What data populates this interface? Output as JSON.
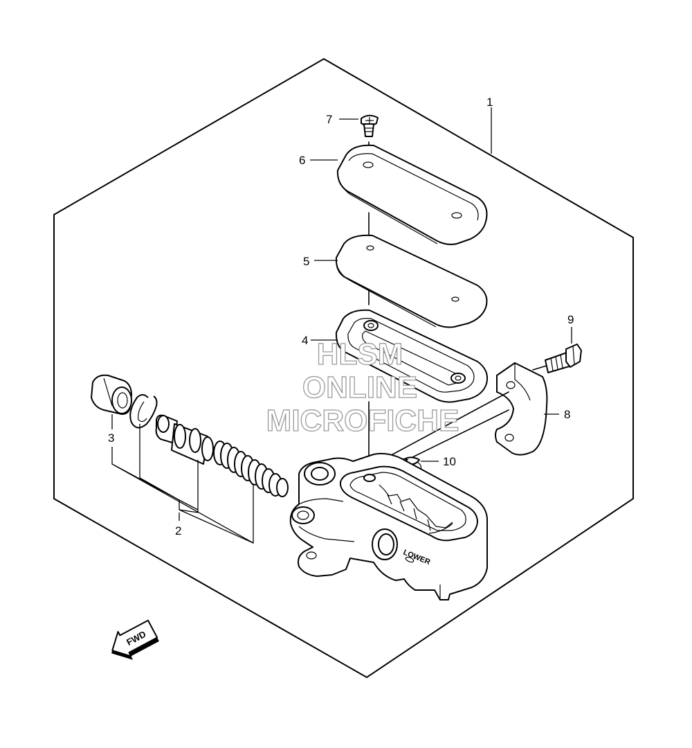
{
  "callouts": {
    "c1": "1",
    "c2": "2",
    "c3": "3",
    "c4": "4",
    "c5": "5",
    "c6": "6",
    "c7": "7",
    "c8": "8",
    "c9": "9",
    "c10": "10"
  },
  "watermark": {
    "line1": "HLSM",
    "line2": "ONLINE",
    "line3": "MICROFICHE"
  },
  "body_marking": "LOWER",
  "direction_arrow": {
    "label": "FWD",
    "icon": "fwd-arrow-icon"
  },
  "colors": {
    "line": "#000000",
    "background": "#ffffff",
    "watermark_outline": "#9a9a9a"
  }
}
